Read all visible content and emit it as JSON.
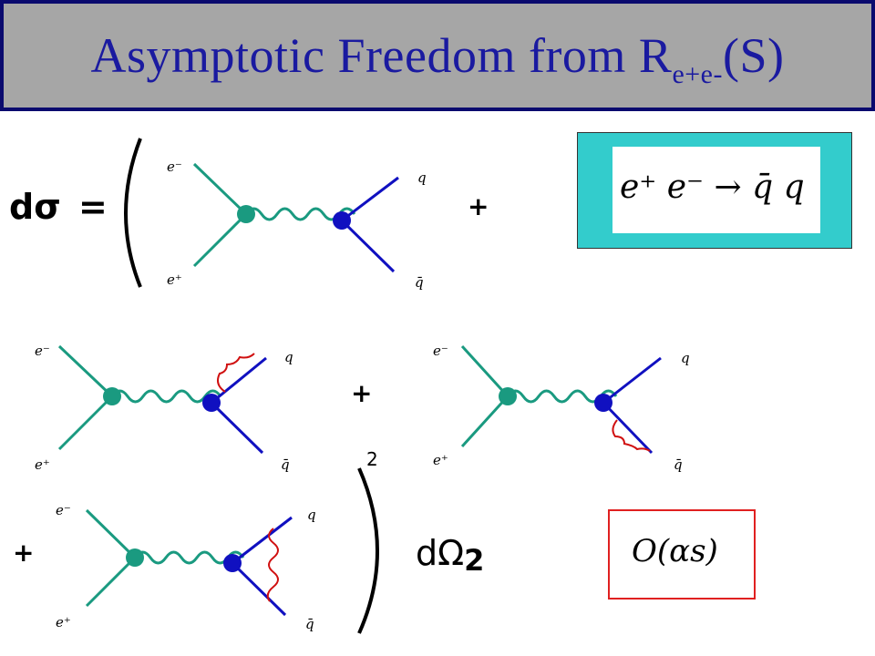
{
  "title": {
    "main": "Asymptotic Freedom from R",
    "subscript": "e+e-",
    "suffix": "(S)"
  },
  "equation": {
    "lhs": "dσ",
    "equals": "=",
    "plus_1": "+",
    "plus_2": "+",
    "plus_3": "+",
    "exponent": "2",
    "phase_space": "dΩ",
    "phase_space_sub": "2"
  },
  "diagram_labels": {
    "electron": "e⁻",
    "positron": "e⁺",
    "quark": "q",
    "antiquark": "q̄"
  },
  "reaction": "e⁺ e⁻ → q̄ q",
  "order": "O(αs)",
  "colors": {
    "lepton": "#1a9a80",
    "quark": "#1010c0",
    "gluon": "#d01010",
    "title_text": "#1a1aa0",
    "reaction_bg": "#33cccc",
    "order_border": "#e02020"
  }
}
